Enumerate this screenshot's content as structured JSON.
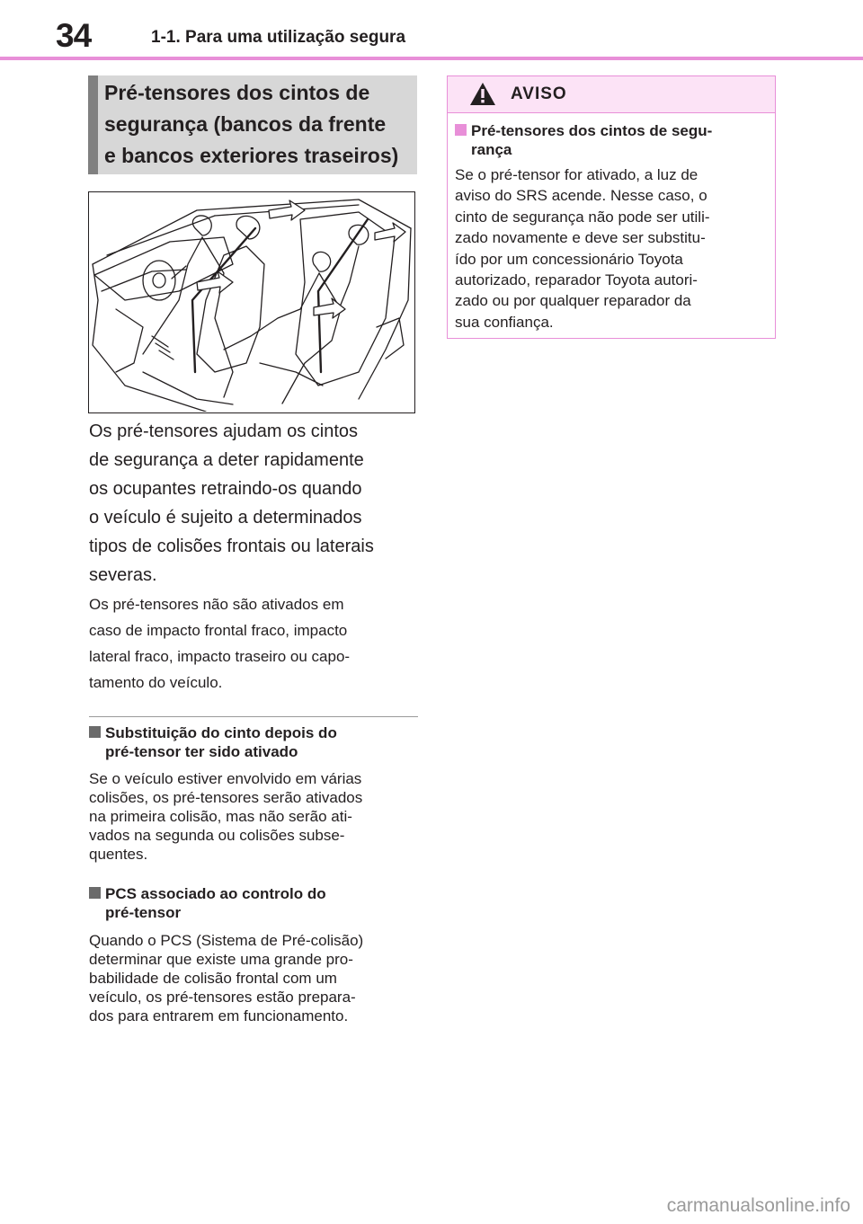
{
  "header": {
    "page_number": "34",
    "title": "1-1. Para uma utilização segura"
  },
  "section": {
    "title_lines": [
      "Pré-tensores dos cintos de",
      "segurança (bancos da frente",
      "e bancos exteriores traseiros)"
    ]
  },
  "body": {
    "lead_lines": [
      "Os pré-tensores ajudam os cintos",
      "de segurança a deter rapidamente",
      "os ocupantes retraindo-os quando",
      "o veículo é sujeito a determinados",
      "tipos de colisões frontais ou laterais",
      "severas."
    ],
    "note_lines": [
      "Os pré-tensores não são ativados em",
      "caso de impacto frontal fraco, impacto",
      "lateral fraco, impacto traseiro ou capo-",
      "tamento do veículo."
    ]
  },
  "subsections": [
    {
      "heading_lines": [
        "Substituição do cinto depois do",
        "pré-tensor ter sido ativado"
      ],
      "body_lines": [
        "Se o veículo estiver envolvido em várias",
        "colisões, os pré-tensores serão ativados",
        "na primeira colisão, mas não serão ati-",
        "vados na segunda ou colisões subse-",
        "quentes."
      ]
    },
    {
      "heading_lines": [
        "PCS associado ao controlo do",
        "pré-tensor"
      ],
      "body_lines": [
        "Quando o PCS (Sistema de Pré-colisão)",
        "determinar que existe uma grande pro-",
        "babilidade de colisão frontal com um",
        "veículo, os pré-tensores estão prepara-",
        "dos para entrarem em funcionamento."
      ]
    }
  ],
  "aviso": {
    "label": "AVISO",
    "heading_lines": [
      "Pré-tensores dos cintos de segu-",
      "rança"
    ],
    "body_lines": [
      "Se o pré-tensor for ativado, a luz de",
      "aviso do SRS acende. Nesse caso, o",
      "cinto de segurança não pode ser utili-",
      "zado novamente e deve ser substitu-",
      "ído por um concessionário Toyota",
      "autorizado, reparador Toyota autori-",
      "zado ou por qualquer reparador da",
      "sua confiança."
    ]
  },
  "watermark": "carmanualsonline.info",
  "colors": {
    "accent_pink": "#e88fd8",
    "aviso_header_bg": "#fce3f6",
    "section_bg": "#d7d7d7",
    "section_bar": "#808080"
  },
  "icons": {
    "warning": "warning-triangle-icon",
    "bullet": "square-bullet-icon"
  }
}
